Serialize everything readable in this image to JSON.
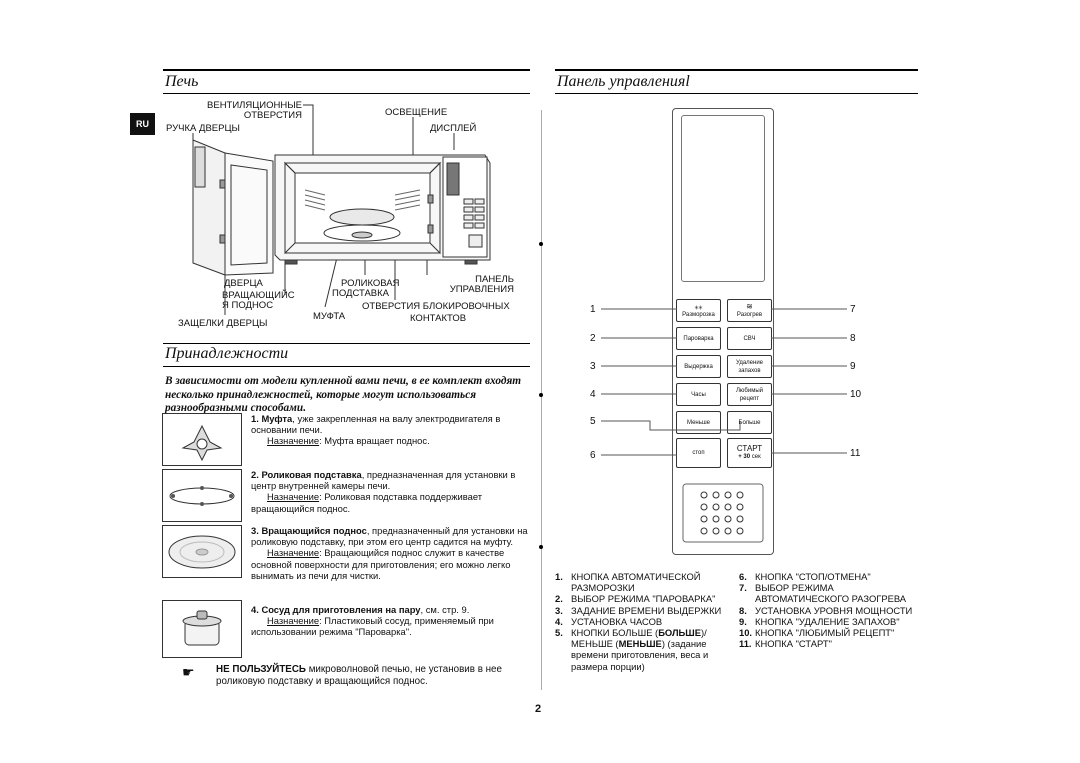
{
  "lang_badge": "RU",
  "page_number": "2",
  "oven": {
    "title": "Печь",
    "labels": {
      "vents_line1": "ВЕНТИЛЯЦИОННЫЕ",
      "vents_line2": "ОТВЕРСТИЯ",
      "light": "ОСВЕЩЕНИЕ",
      "handle": "РУЧКА ДВЕРЦЫ",
      "display": "ДИСПЛЕЙ",
      "door": "ДВЕРЦА",
      "turntable_line1": "ВРАЩАЮЩИЙС",
      "turntable_line2": "Я ПОДНОС",
      "roller_line1": "РОЛИКОВАЯ",
      "roller_line2": "ПОДСТАВКА",
      "panel_line1": "ПАНЕЛЬ",
      "panel_line2": "УПРАВЛЕНИЯ",
      "coupler": "МУФТА",
      "latch_holes_line1": "ОТВЕРСТИЯ БЛОКИРОВОЧНЫХ",
      "latch_holes_line2": "КОНТАКТОВ",
      "latches": "ЗАЩЕЛКИ ДВЕРЦЫ"
    }
  },
  "accessories": {
    "title": "Принадлежности",
    "intro": "В зависимости от модели купленной вами печи, в ее комплект входят несколько принадлежностей, которые могут использоваться разнообразными способами.",
    "items": [
      {
        "num": "1.",
        "name": "Муфта",
        "desc": ", уже закрепленная на валу электродвигателя в основании печи.",
        "purpose_label": "Назначение",
        "purpose": ": Муфта вращает поднос."
      },
      {
        "num": "2.",
        "name": "Роликовая подставка",
        "desc": ", предназначенная для установки в центр внутренней камеры печи.",
        "purpose_label": "Назначение",
        "purpose": ": Роликовая подставка поддерживает вращающийся поднос."
      },
      {
        "num": "3.",
        "name": "Вращающийся поднос",
        "desc": ", предназначенный для установки на роликовую подставку, при этом его центр садится на муфту.",
        "purpose_label": "Назначение",
        "purpose": ": Вращающийся поднос служит в качестве основной поверхности для приготовления; его можно легко вынимать из печи для чистки."
      },
      {
        "num": "4.",
        "name": "Сосуд для приготовления на пару",
        "desc": ", см. стр. 9.",
        "purpose_label": "Назначение",
        "purpose": ": Пластиковый сосуд, применяемый при использовании режима \"Пароварка\"."
      }
    ],
    "warning_bold": "НЕ ПОЛЬЗУЙТЕСЬ",
    "warning_text": " микроволновой печью, не установив в нее роликовую подставку и вращающийся поднос.",
    "warning_icon": "pointing-hand-icon"
  },
  "control_panel": {
    "title": "Панель управления",
    "title_suffix": "l",
    "buttons": {
      "defrost": "Разморозка",
      "reheat": "Разогрев",
      "steam": "Пароварка",
      "microwave": "СВЧ",
      "hold": "Выдержка",
      "deodor_line1": "Удаление",
      "deodor_line2": "запахов",
      "clock": "Часы",
      "fav_line1": "Любимый",
      "fav_line2": "рецепт",
      "less": "Меньше",
      "more": "Больше",
      "stop": "стоп",
      "start": "СТАРТ",
      "plus30": "+ 30",
      "sec": "сек"
    },
    "callouts_left": [
      "1",
      "2",
      "3",
      "4",
      "5",
      "6"
    ],
    "callouts_right": [
      "7",
      "8",
      "9",
      "10",
      "11"
    ],
    "legend_left": [
      {
        "n": "1.",
        "t": "КНОПКА АВТОМАТИЧЕСКОЙ РАЗМОРОЗКИ"
      },
      {
        "n": "2.",
        "t": "ВЫБОР РЕЖИМА \"ПАРОВАРКА\""
      },
      {
        "n": "3.",
        "t": "ЗАДАНИЕ ВРЕМЕНИ ВЫДЕРЖКИ"
      },
      {
        "n": "4.",
        "t": "УСТАНОВКА ЧАСОВ"
      }
    ],
    "legend_5": {
      "n": "5.",
      "a": "КНОПКИ БОЛЬШЕ (",
      "b1": "БОЛЬШЕ",
      "c": ")/ МЕНЬШЕ (",
      "b2": "МЕНЬШЕ",
      "d": ") (задание времени приготовления, веса и размера порции)"
    },
    "legend_right": [
      {
        "n": "6.",
        "t": "КНОПКА \"СТОП/ОТМЕНА\""
      },
      {
        "n": "7.",
        "t": "ВЫБОР РЕЖИМА АВТОМАТИЧЕСКОГО РАЗОГРЕВА"
      },
      {
        "n": "8.",
        "t": "УСТАНОВКА УРОВНЯ МОЩНОСТИ"
      },
      {
        "n": "9.",
        "t": "КНОПКА \"УДАЛЕНИЕ ЗАПАХОВ\""
      },
      {
        "n": "10.",
        "t": "КНОПКА \"ЛЮБИМЫЙ РЕЦЕПТ\""
      },
      {
        "n": "11.",
        "t": "КНОПКА \"СТАРТ\""
      }
    ]
  }
}
